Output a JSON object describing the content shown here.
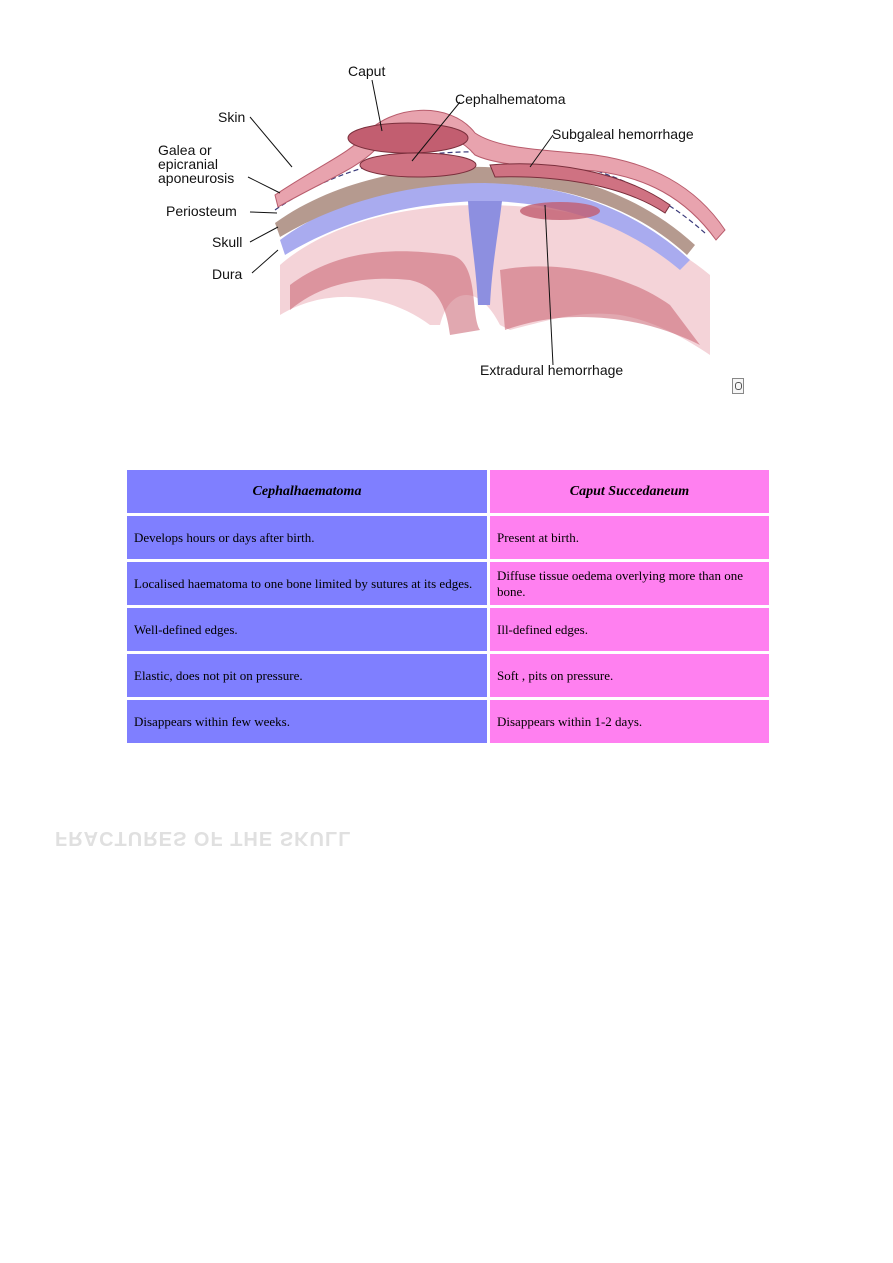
{
  "figure": {
    "labels": {
      "caput": "Caput",
      "cephalhematoma": "Cephalhematoma",
      "subgaleal": "Subgaleal hemorrhage",
      "skin": "Skin",
      "galea_1": "Galea or",
      "galea_2": "epicranial",
      "galea_3": "aponeurosis",
      "periosteum": "Periosteum",
      "skull": "Skull",
      "dura": "Dura",
      "extradural": "Extradural hemorrhage"
    },
    "colors": {
      "tissue": "#d96c7a",
      "bone": "#b59a8f",
      "dura": "#8d8fe0",
      "fluid": "#f3c5cf"
    }
  },
  "table": {
    "headers": [
      "Cephalhaematoma",
      "Caput Succedaneum"
    ],
    "rows": [
      [
        "Develops hours or days after birth.",
        "Present at birth."
      ],
      [
        "Localised haematoma to one bone limited by sutures at its edges.",
        "Diffuse tissue oedema overlying more than one bone."
      ],
      [
        "Well-defined edges.",
        "Ill-defined edges."
      ],
      [
        "Elastic, does not pit on pressure.",
        "Soft , pits on pressure."
      ],
      [
        "Disappears within few weeks.",
        "Disappears within 1-2 days."
      ]
    ],
    "colors": {
      "left": "#7f7fff",
      "right": "#ff80f0"
    }
  },
  "ghost_heading": "FRACTURES OF THE SKULL"
}
